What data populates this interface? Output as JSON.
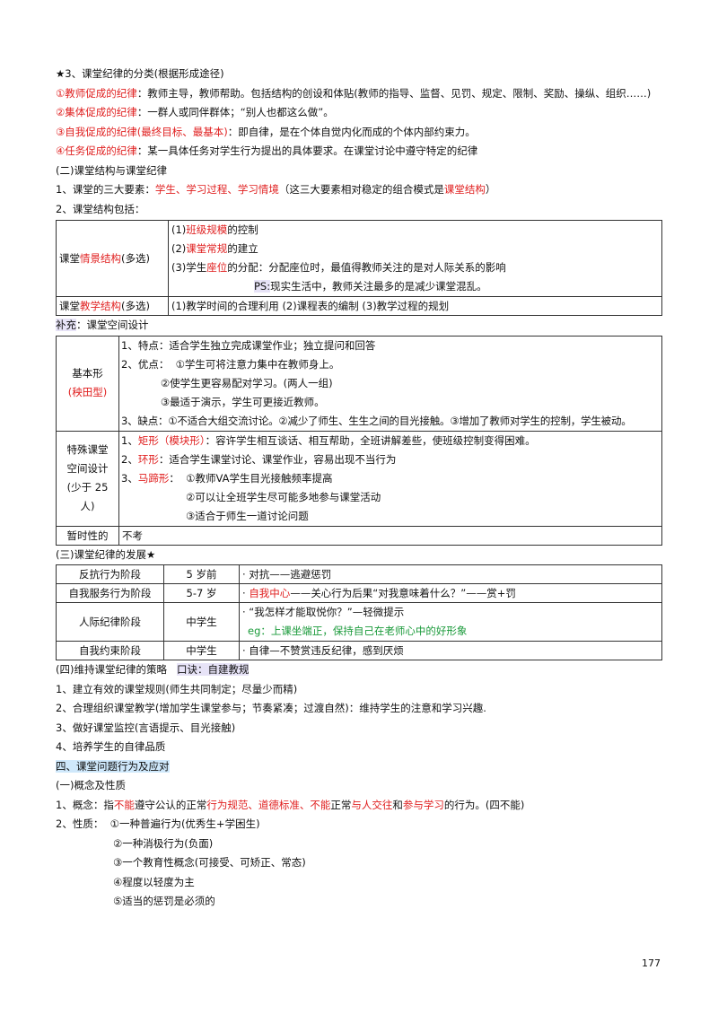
{
  "s1": {
    "title": "★3、课堂纪律的分类(根据形成途径)",
    "items": [
      {
        "label": "①教师促成的纪律",
        "text": "：教师主导，教师帮助。包括结构的创设和体贴(教师的指导、监督、见罚、规定、限制、奖励、操纵、组织……)"
      },
      {
        "label": "②集体促成的纪律",
        "text": "：一群人或同伴群体；“别人也都这么做”。"
      },
      {
        "label": "③自我促成的纪律(最终目标、最基本)",
        "text": "：即自律，是在个体自觉内化而成的个体内部约束力。"
      },
      {
        "label": "④任务促成的纪律",
        "text": "：某一具体任务对学生行为提出的具体要求。在课堂讨论中遵守特定的纪律"
      }
    ]
  },
  "s2": {
    "title": "(二)课堂结构与课堂纪律",
    "l1_a": "1、课堂的三大要素：",
    "l1_red1": "学生、学习过程、学习情境",
    "l1_b": "（这三大要素相对稳定的组合模式是",
    "l1_red2": "课堂结构",
    "l1_c": "）",
    "l2": "2、课堂结构包括："
  },
  "t1": {
    "r1_a": "课堂",
    "r1_red": "情景结构",
    "r1_b": "(多选)",
    "r1_lines": [
      {
        "a": "(1)",
        "red": "班级规模",
        "b": "的控制"
      },
      {
        "a": "(2)",
        "red": "课堂常规",
        "b": "的建立"
      },
      {
        "a": "(3)学生",
        "red": "座位",
        "b": "的分配：分配座位时，最值得教师关注的是对人际关系的影响"
      }
    ],
    "ps_label": "PS:",
    "ps_text": "现实生活中，教师关注最多的是减少课堂混乱。",
    "r2_a": "课堂",
    "r2_red": "教学结构",
    "r2_b": "(多选)",
    "r2_text": "(1)教学时间的合理利用 (2)课程表的编制 (3)教学过程的规划"
  },
  "supp": {
    "label": "补充",
    "text": "：课堂空间设计"
  },
  "t2": {
    "r1_name": "基本形",
    "r1_red": "(秧田型)",
    "r1_lines": [
      "1、特点：适合学生独立完成课堂作业；独立提问和回答",
      "2、优点：  ①学生可将注意力集中在教师身上。",
      "            ②使学生更容易配对学习。(两人一组)",
      "            ③最适于演示，学生可更接近教师。",
      "3、缺点：①不适合大组交流讨论。②减少了师生、生生之间的目光接触。③增加了教师对学生的控制，学生被动。"
    ],
    "r2_name": [
      "特殊课堂",
      "空间设计",
      "(少于 25 人)"
    ],
    "r2_lines": [
      {
        "a": "1、",
        "red": "矩形（模块形）",
        "b": "：容许学生相互谈话、相互帮助，全班讲解差些，使班级控制变得困难。"
      },
      {
        "a": "2、",
        "red": "环形",
        "b": "：适合学生课堂讨论、课堂作业，容易出现不当行为"
      },
      {
        "a": "3、",
        "red": "马蹄形",
        "b": "：  ①教师VA学生目光接触频率提高"
      }
    ],
    "r2_more": [
      "②可以让全班学生尽可能多地参与课堂活动",
      "③适合于师生一道讨论问题"
    ],
    "r3_name": "暂时性的",
    "r3_text": "不考"
  },
  "s3": {
    "title": "(三)课堂纪律的发展★"
  },
  "t3": {
    "rows": [
      {
        "stage": "反抗行为阶段",
        "age": "5 岁前",
        "desc_a": "· 对抗——逃避惩罚",
        "desc_red": "",
        "desc_b": ""
      },
      {
        "stage": "自我服务行为阶段",
        "age": "5-7 岁",
        "desc_a": "· ",
        "desc_red": "自我中心",
        "desc_b": "——关心行为后果“对我意味着什么？”——赏+罚"
      },
      {
        "stage": "人际纪律阶段",
        "age": "中学生",
        "desc_a": "· “我怎样才能取悦你？”—轻微提示",
        "desc_red": "",
        "desc_b": ""
      },
      {
        "stage": "自我约束阶段",
        "age": "中学生",
        "desc_a": "· 自律—不赞赏违反纪律，感到厌烦",
        "desc_red": "",
        "desc_b": ""
      }
    ],
    "eg": "eg：上课坐端正，保持自己在老师心中的好形象"
  },
  "s4": {
    "title": "(四)维持课堂纪律的策略",
    "mnemonic": "口诀：自建教规",
    "items": [
      "1、建立有效的课堂规则(师生共同制定；尽量少而精)",
      "2、合理组织课堂教学(增加学生课堂参与；节奏紧凑；过渡自然)：维持学生的注意和学习兴趣.",
      "3、做好课堂监控(言语提示、目光接触)",
      "4、培养学生的自律品质"
    ]
  },
  "s5": {
    "title": "四、课堂问题行为及应对",
    "sub": "(一)概念及性质",
    "def_a": "1、概念：指",
    "def_red1": "不能",
    "def_b": "遵守公认的正常",
    "def_red2": "行为规范、道德标准、不能",
    "def_c": "正常",
    "def_red3": "与人交往",
    "def_d": "和",
    "def_red4": "参与学习",
    "def_e": "的行为。(四不能)",
    "prop_label": "2、性质：",
    "props": [
      "①一种普遍行为(优秀生+学困生)",
      "②一种消极行为(负面)",
      "③一个教育性概念(可接受、可矫正、常态)",
      "④程度以轻度为主",
      "⑤适当的惩罚是必须的"
    ]
  },
  "page_number": "177"
}
